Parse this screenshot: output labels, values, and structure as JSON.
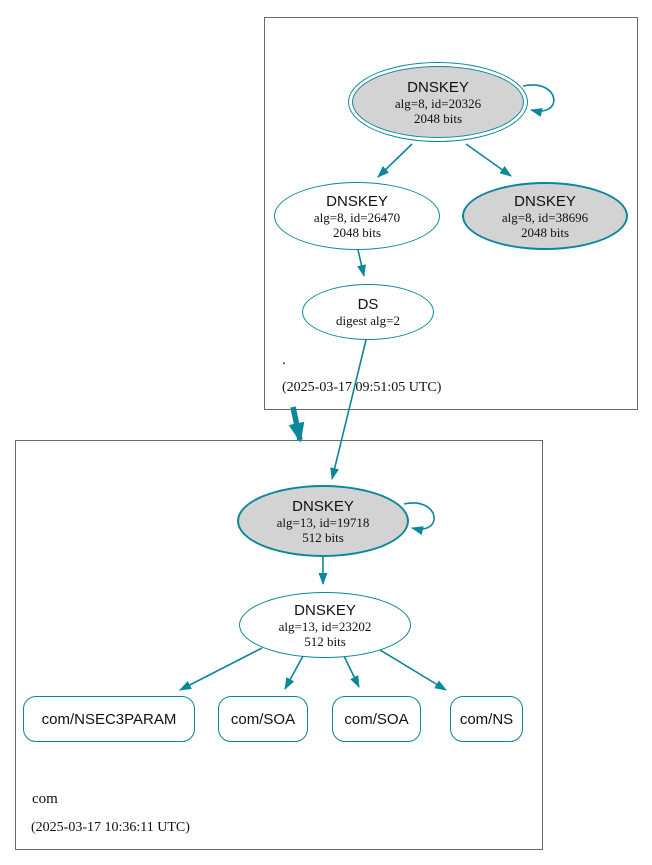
{
  "colors": {
    "secure": "#0a879a",
    "nodefill": "#d3d3d3",
    "boxborder": "#6b6b6b"
  },
  "root_zone": {
    "label": ".",
    "timestamp": "(2025-03-17 09:51:05 UTC)",
    "ksk": {
      "title": "DNSKEY",
      "detail": "alg=8, id=20326",
      "bits": "2048 bits"
    },
    "zsk": {
      "title": "DNSKEY",
      "detail": "alg=8, id=26470",
      "bits": "2048 bits"
    },
    "standby": {
      "title": "DNSKEY",
      "detail": "alg=8, id=38696",
      "bits": "2048 bits"
    },
    "ds": {
      "title": "DS",
      "detail": "digest alg=2"
    }
  },
  "com_zone": {
    "label": "com",
    "timestamp": "(2025-03-17 10:36:11 UTC)",
    "ksk": {
      "title": "DNSKEY",
      "detail": "alg=13, id=19718",
      "bits": "512 bits"
    },
    "zsk": {
      "title": "DNSKEY",
      "detail": "alg=13, id=23202",
      "bits": "512 bits"
    },
    "rrsets": [
      {
        "label": "com/NSEC3PARAM"
      },
      {
        "label": "com/SOA"
      },
      {
        "label": "com/SOA"
      },
      {
        "label": "com/NS"
      }
    ]
  }
}
